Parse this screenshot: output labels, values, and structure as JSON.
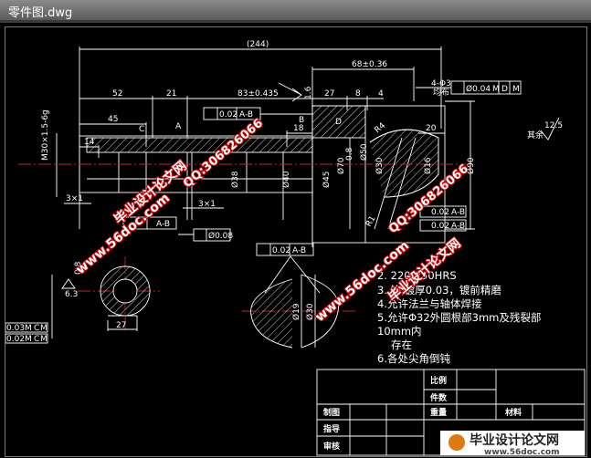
{
  "window": {
    "title": "零件图.dwg"
  },
  "drawing": {
    "dimensions": {
      "overall": "(244)",
      "d68": "68±0.36",
      "d52": "52",
      "d21": "21",
      "d83": "83±0.435",
      "d27": "27",
      "d8": "8",
      "d4": "4",
      "d45": "45",
      "d14": "14",
      "d18": "18",
      "d20": "20",
      "thread": "M30×1.5-6g",
      "chamfer1": "3×1",
      "chamfer2": "3×1",
      "dia38": "Ø38",
      "dia40": "Ø40",
      "dia45": "Ø45",
      "dia70": "Ø70",
      "dia50": "Ø50",
      "dia30": "Ø30",
      "dia16": "Ø16",
      "dia90": "Ø90",
      "r4": "R4",
      "r1": "R1",
      "d27b": "27",
      "dia19": "Ø19",
      "dia30b": "Ø30",
      "holes": "4-Φ3",
      "holes_note": "均布"
    },
    "roughness": {
      "r16": "1.6",
      "r63": "6.3",
      "r125": "12.5",
      "rest": "其余",
      "r08a": "0.8",
      "r08b": "0.8"
    },
    "datums": {
      "a": "A",
      "b": "B",
      "c": "C",
      "d": "D"
    },
    "tolerances": {
      "runout1": {
        "value": "0.02",
        "ref": "A-B"
      },
      "runout2": {
        "value": "0.02",
        "ref": "A-B"
      },
      "runout3": {
        "value": "0.02",
        "ref": "A-B"
      },
      "runout4": {
        "value": "0.02",
        "ref": "A-B"
      },
      "runout5": {
        "value": "",
        "ref": "A-B"
      },
      "coax": {
        "value": "Ø0.08"
      },
      "position": {
        "value": "Ø0.04",
        "m": "M",
        "ref": "D",
        "m2": "M"
      },
      "left1": {
        "value": "0.03",
        "m": "M",
        "ref": "C",
        "m2": "M"
      },
      "left2": {
        "value": "0.02",
        "m": "M",
        "ref": "C",
        "m2": "M"
      }
    },
    "notes": [
      "2.      220-250HRS",
      "3.    铬,镀厚0.03，镀前精磨",
      "4.允许法兰与轴体焊接",
      "5.允许Φ32外圆根部3mm及残裂部",
      "10mm内",
      "存在",
      "6.各处尖角倒钝"
    ],
    "title_block": {
      "scale": "比例",
      "quantity": "件数",
      "drawn": "制图",
      "weight": "重量",
      "material": "材料",
      "guide": "指导",
      "review": "审核"
    }
  },
  "watermarks": {
    "site1": "www.56doc.com",
    "name1": "毕业设计论文网",
    "qq1": "QQ:306826066",
    "site2": "www.56doc.com",
    "name2": "毕业设计论文网",
    "qq2": "QQ:306826066"
  },
  "logo": {
    "name": "毕业设计论文网",
    "url": "www.56doc.com"
  },
  "colors": {
    "background": "#000000",
    "lines": "#ffffff",
    "centerline": "#cc2222",
    "watermark": "#cc0000"
  }
}
